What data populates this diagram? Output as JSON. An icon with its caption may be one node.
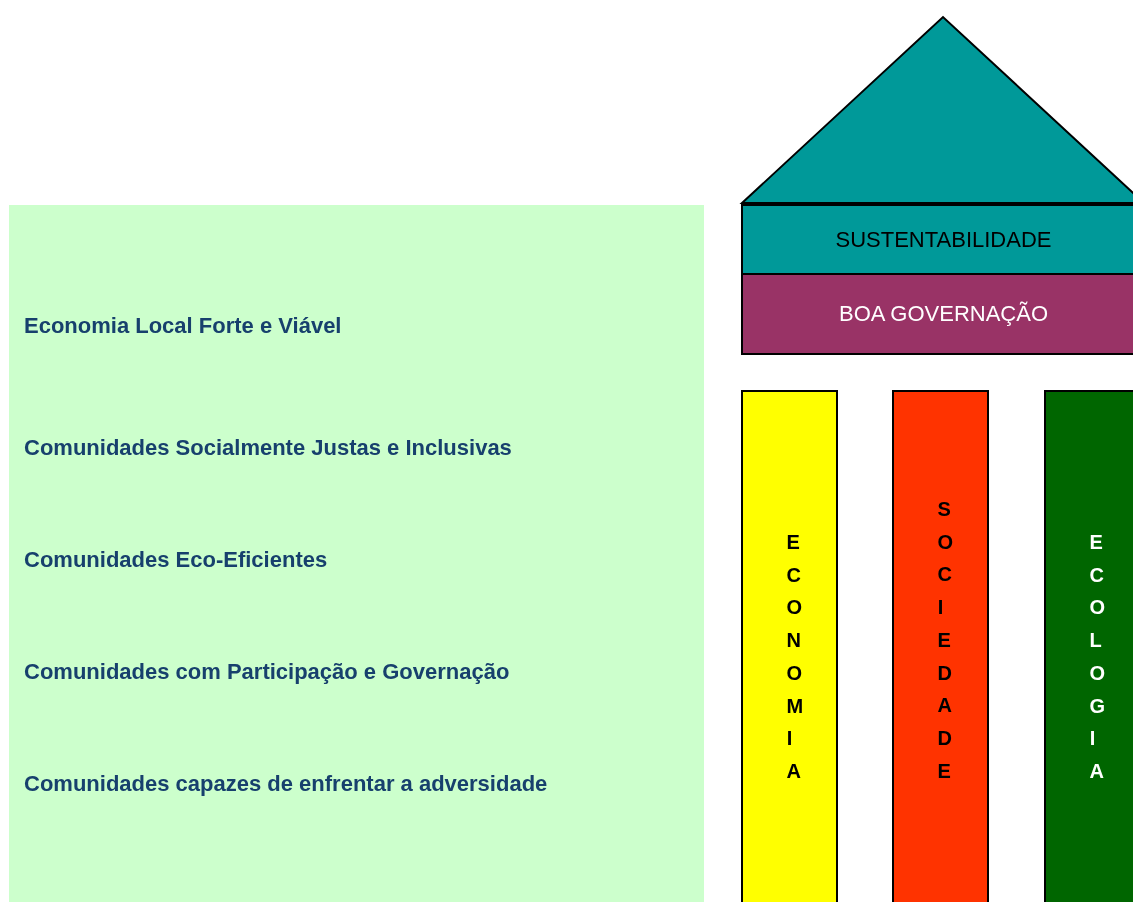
{
  "diagram": {
    "nodes": [
      {
        "text": [
          "Economia Local Forte e Viável",
          "Comunidades Socialmente Justas e Inclusivas",
          "Comunidades Eco-Eficientes",
          "Comunidades com Participação e Governação",
          "Comunidades capazes de enfrentar a adversidade"
        ]
      },
      {
        "text": [],
        "shape": "triangle"
      },
      {
        "text": [
          "SUSTENTABILIDADE"
        ]
      },
      {
        "text": [
          "BOA GOVERNAÇÃO"
        ]
      },
      {
        "text": [
          "ECONOMIA"
        ]
      },
      {
        "text": [
          "SOCIEDADE"
        ]
      },
      {
        "text": [
          "ECOLOGIA"
        ]
      }
    ]
  }
}
